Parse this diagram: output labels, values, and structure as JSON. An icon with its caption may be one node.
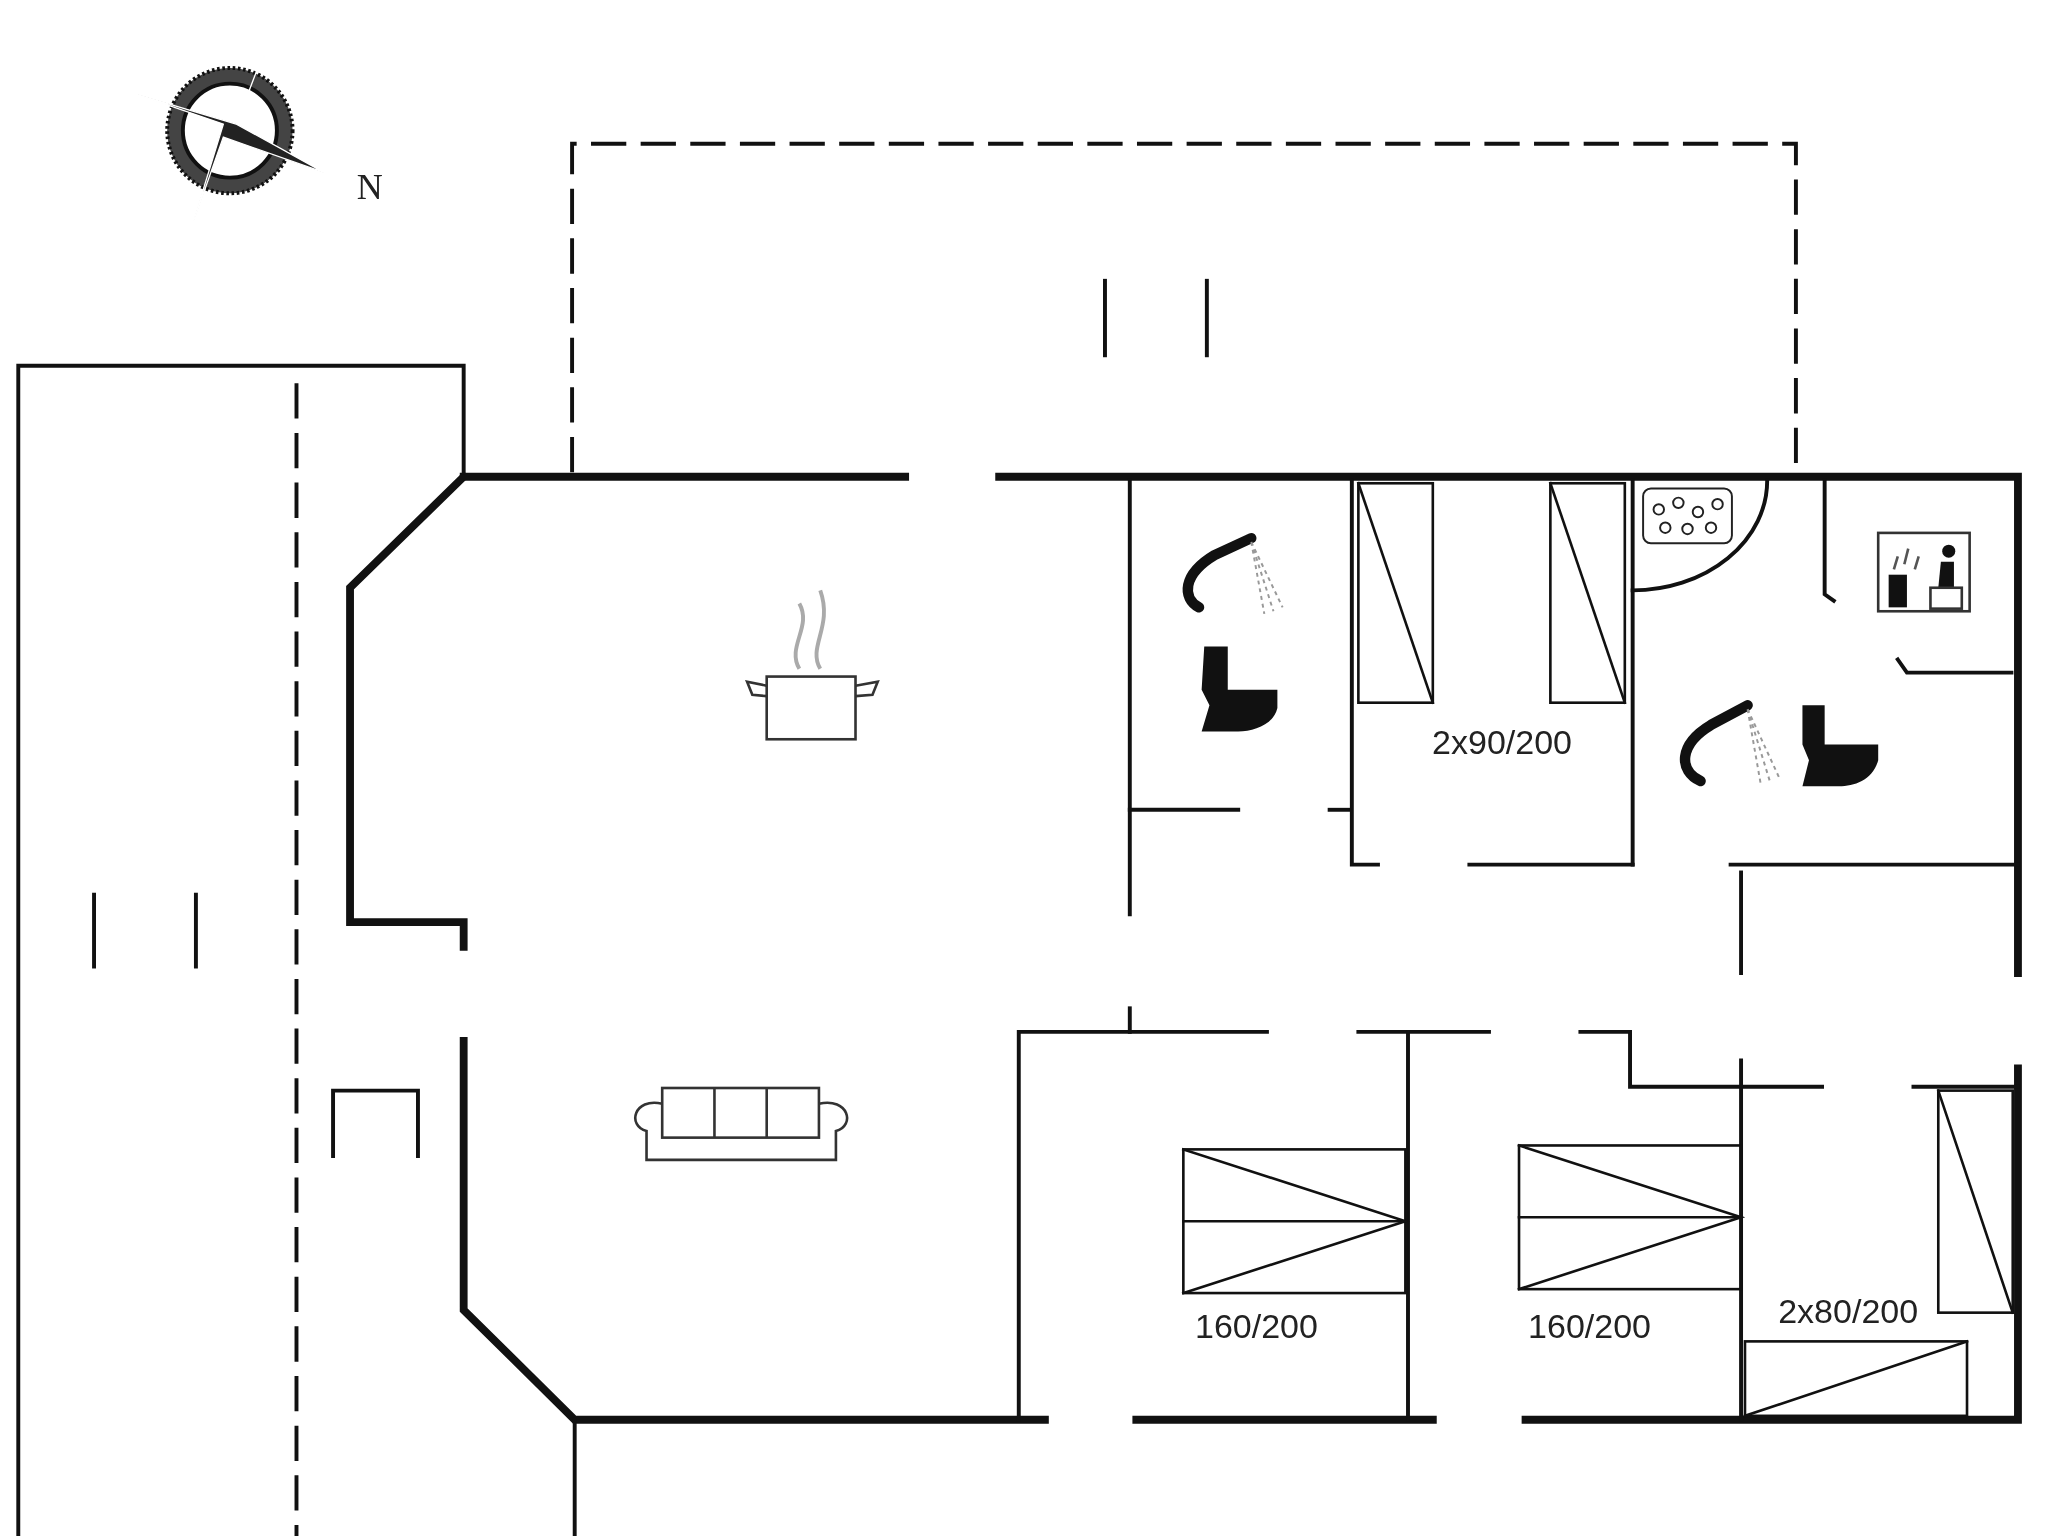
{
  "diagram": {
    "labels": [
      "N",
      "2x90/200",
      "160/200",
      "160/200",
      "2x80/200"
    ]
  }
}
